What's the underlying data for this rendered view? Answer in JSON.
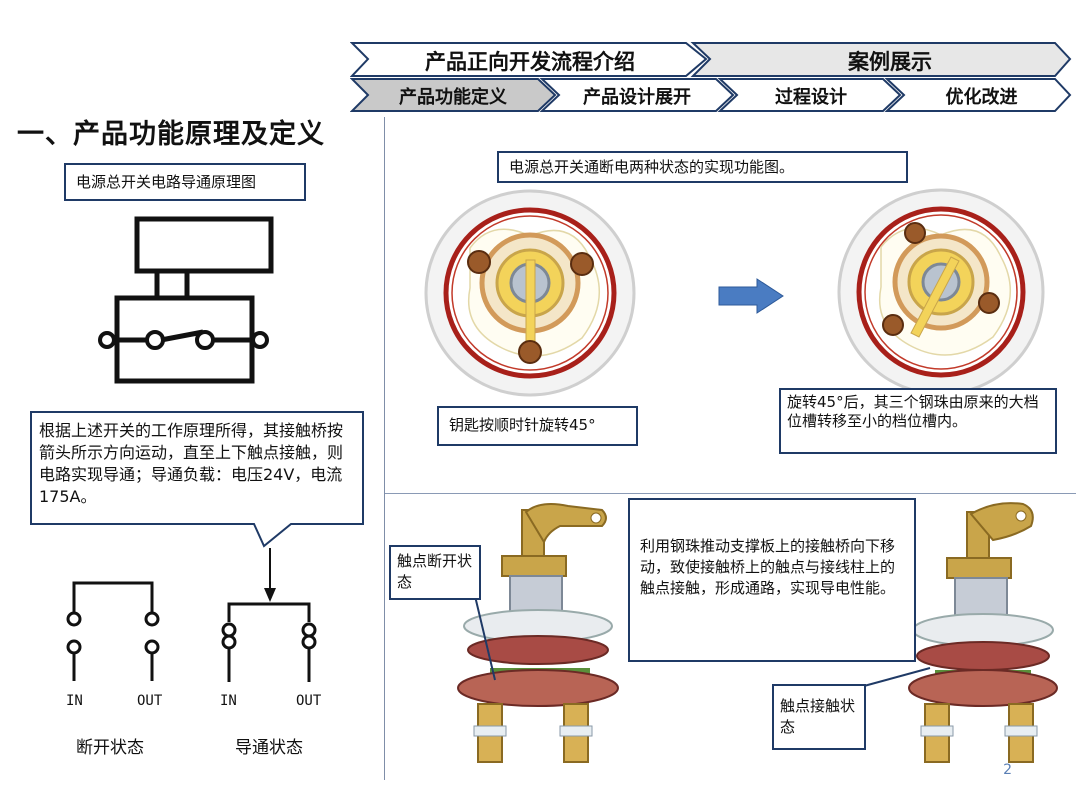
{
  "nav": {
    "top": [
      "产品正向开发流程介绍",
      "案例展示"
    ],
    "sub": [
      "产品功能定义",
      "产品设计展开",
      "过程设计",
      "优化改进"
    ]
  },
  "title": "一、产品功能原理及定义",
  "left": {
    "circuit_caption": "电源总开关电路导通原理图",
    "explanation": "根据上述开关的工作原理所得，其接触桥按箭头所示方向运动，直至上下触点接触，则电路实现导通；导通负载：电压24V，电流175A。",
    "in_label": "IN",
    "out_label": "OUT",
    "in_label2": "IN",
    "out_label2": "OUT",
    "open_state": "断开状态",
    "closed_state": "导通状态"
  },
  "right_top": {
    "caption": "电源总开关通断电两种状态的实现功能图。",
    "key_note": "钥匙按顺时针旋转45°",
    "after_note": "旋转45°后，其三个钢珠由原来的大档位槽转移至小的档位槽内。"
  },
  "right_bottom": {
    "open_label": "触点断开状态",
    "mechanism_note": "利用钢珠推动支撑板上的接触桥向下移动，致使接触桥上的触点与接线柱上的触点接触，形成通路，实现导电性能。",
    "contact_label": "触点接触状态"
  },
  "page_number": "2",
  "colors": {
    "nav_border": "#1f3a66",
    "arrow_blue": "#4a7cc2",
    "ring_red": "#a8201a",
    "brass": "#c9a54a"
  }
}
